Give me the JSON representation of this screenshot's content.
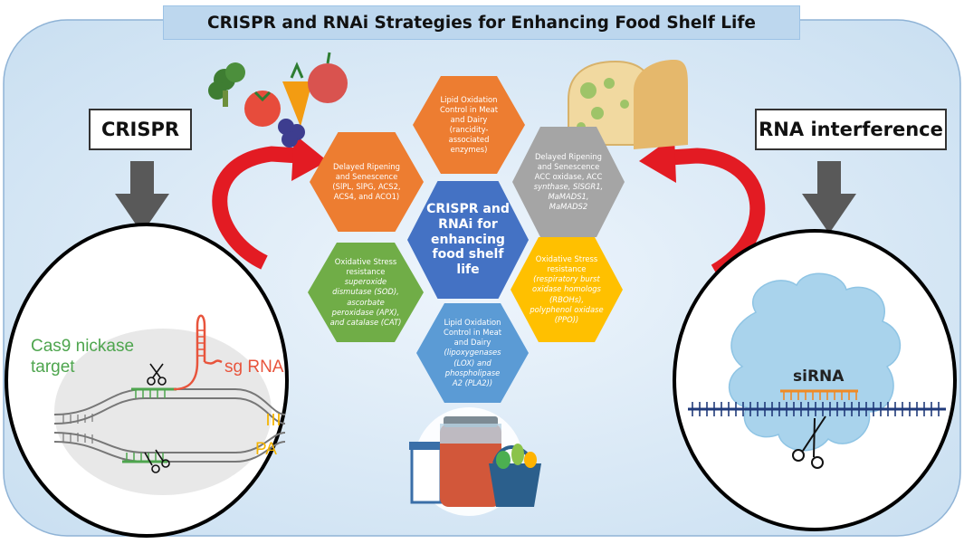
{
  "title": "CRISPR and RNAi Strategies for Enhancing Food Shelf Life",
  "labels": {
    "crispr": "CRISPR",
    "rnai": "RNA interference"
  },
  "center": {
    "lines": [
      "CRISPR and",
      "RNAi for",
      "enhancing",
      "food shelf",
      "life"
    ],
    "color": "#4472c4"
  },
  "hexagons": {
    "top": {
      "color": "#ed7d31",
      "lines": [
        "Lipid Oxidation",
        "Control in Meat",
        "and Dairy",
        "(rancidity-",
        "associated",
        "enzymes)"
      ]
    },
    "upper_left": {
      "color": "#ed7d31",
      "lines": [
        "Delayed Ripening",
        "and Senescence",
        "(SlPL, SlPG, ACS2,",
        "ACS4, and ACO1)"
      ]
    },
    "upper_right": {
      "color": "#a5a5a5",
      "lines": [
        "Delayed Ripening",
        "and Senescence",
        "ACC oxidase, ACC",
        "synthase, SlSGR1,",
        "MaMADS1,",
        "MaMADS2"
      ]
    },
    "lower_left": {
      "color": "#70ad47",
      "lines": [
        "Oxidative Stress",
        "resistance",
        "superoxide",
        "dismutase (SOD),",
        "ascorbate",
        "peroxidase (APX),",
        "and catalase (CAT)"
      ]
    },
    "lower_right": {
      "color": "#ffc000",
      "lines": [
        "Oxidative Stress",
        "resistance",
        "(respiratory burst",
        "oxidase homologs",
        "(RBOHs),",
        "polyphenol oxidase",
        "(PPO))"
      ]
    },
    "bottom": {
      "color": "#5b9bd5",
      "lines": [
        "Lipid Oxidation",
        "Control in Meat",
        "and Dairy",
        "(lipoxygenases",
        "(LOX) and",
        "phospholipase",
        "A2 (PLA2))"
      ]
    }
  },
  "left_circle": {
    "target_line1": "Cas9 nickase",
    "target_line2": "target",
    "sg_rna": "sg RNA",
    "pam": "PA"
  },
  "right_circle": {
    "sirna": "siRNA"
  },
  "colors": {
    "background_panel": "#dce9f5",
    "arrow_red": "#e31b23",
    "arrow_gray": "#595959",
    "strand_green": "#4ea54e",
    "sg_red": "#e8543c",
    "pam_yellow": "#f5b400",
    "rna_blue": "#203a7a",
    "sirna_orange": "#f08a24",
    "protein_blue": "#a9d3ec"
  }
}
